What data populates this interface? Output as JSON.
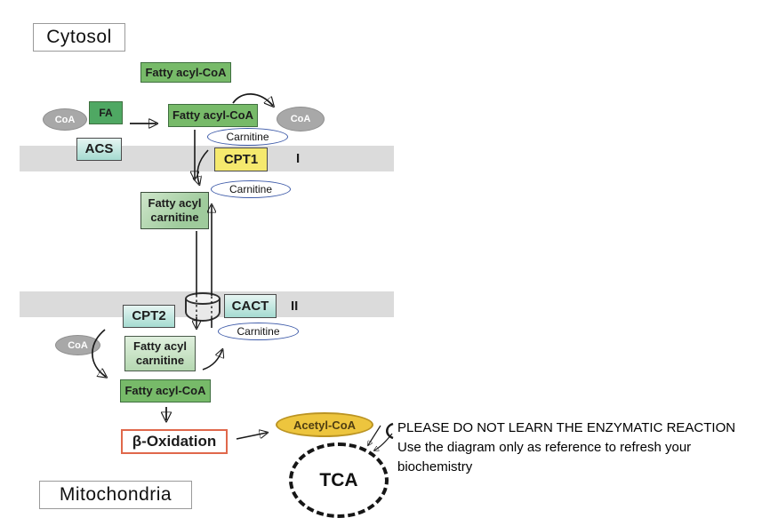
{
  "colors": {
    "membrane": "#dbdbdb",
    "green_box": "#77ba69",
    "green_dark_box": "#4fa863",
    "green_mid_box": "#9fcb9c",
    "green_light_top": "#e0f0de",
    "green_light_bottom": "#b5d8b1",
    "yellow_box": "#f5e96e",
    "teal_top": "#e6f5f2",
    "teal_bottom": "#a5dbd1",
    "gray_ellipse": "#a8a8a8",
    "carnitine_outline": "#3e5ba9",
    "beta_border": "#e0684b",
    "gold_fill": "#edc53e",
    "gold_border": "#bb9423",
    "box_border": "#4a4a4a",
    "green_border": "#3f6f3f",
    "arrow": "#1a1a1a"
  },
  "labels": {
    "cytosol": "Cytosol",
    "mitochondria": "Mitochondria",
    "fatty_acyl_coa_top": "Fatty acyl-CoA",
    "coa_left": "CoA",
    "fa": "FA",
    "fatty_acyl_coa_cytosol": "Fatty acyl-CoA",
    "coa_right": "CoA",
    "acs": "ACS",
    "carnitine_above_cpt1": "Carnitine",
    "cpt1": "CPT1",
    "membrane1_numeral": "I",
    "carnitine_below_cpt1": "Carnitine",
    "fatty_acyl_carnitine_intermembrane": "Fatty acyl carnitine",
    "cpt2": "CPT2",
    "cact": "CACT",
    "membrane2_numeral": "II",
    "carnitine_below_cact": "Carnitine",
    "coa_matrix": "CoA",
    "fatty_acyl_carnitine_matrix": "Fatty acyl carnitine",
    "fatty_acyl_coa_matrix": "Fatty acyl-CoA",
    "beta_oxidation": "β-Oxidation",
    "acetyl_coa": "Acetyl-CoA",
    "tca": "TCA"
  },
  "note": {
    "line1": "PLEASE DO NOT LEARN THE ENZYMATIC REACTION",
    "line2": "Use the diagram only as reference to refresh your",
    "line3": "biochemistry"
  }
}
